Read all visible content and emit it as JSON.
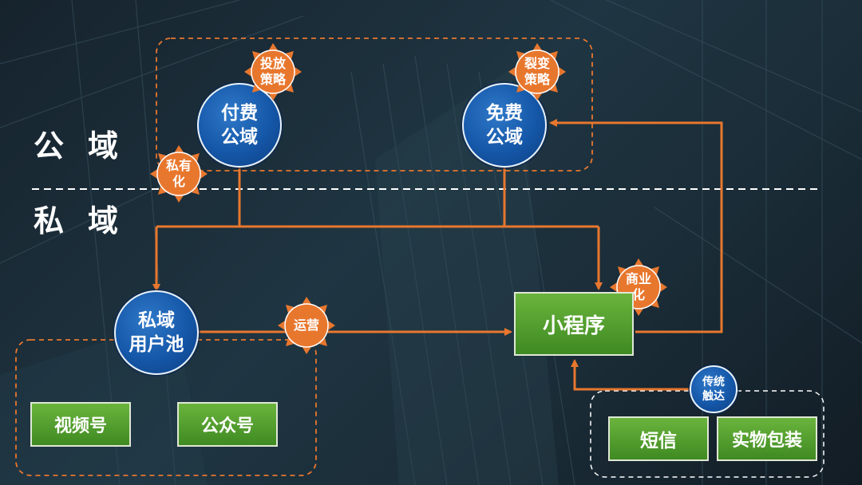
{
  "zones": {
    "public": "公域",
    "private": "私域"
  },
  "nodes": {
    "paid_public": "付费\n公域",
    "free_public": "免费\n公域",
    "private_pool": "私域\n用户池",
    "traditional_touch": "传统\n触达"
  },
  "badges": {
    "ad_strategy": "投放\n策略",
    "fission_strategy": "裂变\n策略",
    "privatization": "私有\n化",
    "operation": "运营",
    "commercialization": "商业\n化"
  },
  "boxes": {
    "mini_program": "小程序",
    "video_account": "视频号",
    "official_account": "公众号",
    "sms": "短信",
    "physical_packaging": "实物包装"
  },
  "colors": {
    "arrow": "#e8772e",
    "badge": "#e8772e",
    "circle": "#1557a8",
    "box": "#4f9a2c",
    "background": "#1c2f3a"
  }
}
